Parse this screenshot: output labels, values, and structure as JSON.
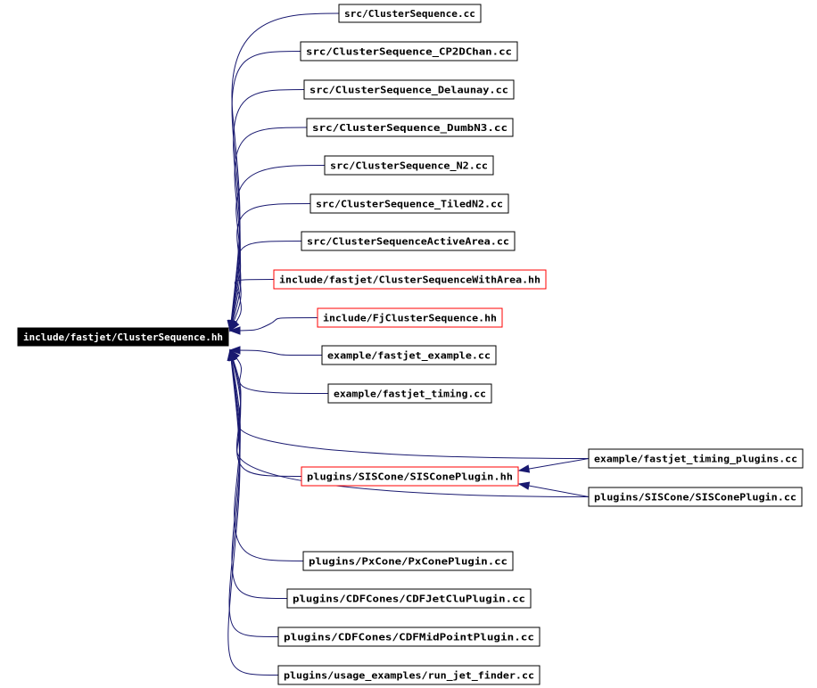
{
  "graph": {
    "edge_color": "#191970",
    "root": {
      "id": "root",
      "label": "include/fastjet/ClusterSequence.hh",
      "style": "root"
    },
    "nodes": [
      {
        "id": "n1",
        "label": "src/ClusterSequence.cc",
        "style": "normal"
      },
      {
        "id": "n2",
        "label": "src/ClusterSequence_CP2DChan.cc",
        "style": "normal"
      },
      {
        "id": "n3",
        "label": "src/ClusterSequence_Delaunay.cc",
        "style": "normal"
      },
      {
        "id": "n4",
        "label": "src/ClusterSequence_DumbN3.cc",
        "style": "normal"
      },
      {
        "id": "n5",
        "label": "src/ClusterSequence_N2.cc",
        "style": "normal"
      },
      {
        "id": "n6",
        "label": "src/ClusterSequence_TiledN2.cc",
        "style": "normal"
      },
      {
        "id": "n7",
        "label": "src/ClusterSequenceActiveArea.cc",
        "style": "normal"
      },
      {
        "id": "n8",
        "label": "include/fastjet/ClusterSequenceWithArea.hh",
        "style": "red"
      },
      {
        "id": "n9",
        "label": "include/FjClusterSequence.hh",
        "style": "red"
      },
      {
        "id": "n10",
        "label": "example/fastjet_example.cc",
        "style": "normal"
      },
      {
        "id": "n11",
        "label": "example/fastjet_timing.cc",
        "style": "normal"
      },
      {
        "id": "n12",
        "label": "example/fastjet_timing_plugins.cc",
        "style": "normal"
      },
      {
        "id": "n13",
        "label": "plugins/SISCone/SISConePlugin.hh",
        "style": "red"
      },
      {
        "id": "n14",
        "label": "plugins/SISCone/SISConePlugin.cc",
        "style": "normal"
      },
      {
        "id": "n15",
        "label": "plugins/PxCone/PxConePlugin.cc",
        "style": "normal"
      },
      {
        "id": "n16",
        "label": "plugins/CDFCones/CDFJetCluPlugin.cc",
        "style": "normal"
      },
      {
        "id": "n17",
        "label": "plugins/CDFCones/CDFMidPointPlugin.cc",
        "style": "normal"
      },
      {
        "id": "n18",
        "label": "plugins/usage_examples/run_jet_finder.cc",
        "style": "normal"
      }
    ],
    "edges": [
      {
        "from": "n1",
        "to": "root"
      },
      {
        "from": "n2",
        "to": "root"
      },
      {
        "from": "n3",
        "to": "root"
      },
      {
        "from": "n4",
        "to": "root"
      },
      {
        "from": "n5",
        "to": "root"
      },
      {
        "from": "n6",
        "to": "root"
      },
      {
        "from": "n7",
        "to": "root"
      },
      {
        "from": "n8",
        "to": "root"
      },
      {
        "from": "n9",
        "to": "root"
      },
      {
        "from": "n10",
        "to": "root"
      },
      {
        "from": "n11",
        "to": "root"
      },
      {
        "from": "n12",
        "to": "root"
      },
      {
        "from": "n13",
        "to": "root"
      },
      {
        "from": "n14",
        "to": "root"
      },
      {
        "from": "n15",
        "to": "root"
      },
      {
        "from": "n16",
        "to": "root"
      },
      {
        "from": "n17",
        "to": "root"
      },
      {
        "from": "n18",
        "to": "root"
      },
      {
        "from": "n12",
        "to": "n13"
      },
      {
        "from": "n14",
        "to": "n13"
      }
    ]
  }
}
